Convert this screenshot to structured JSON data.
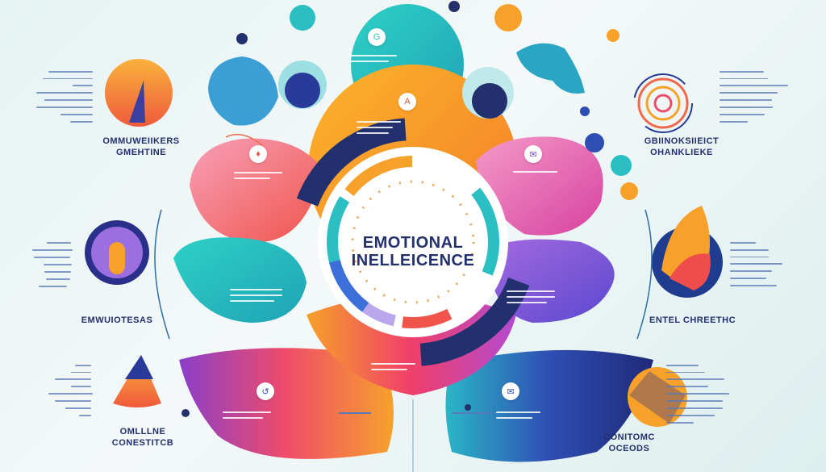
{
  "title": {
    "line1": "EMOTIONAL",
    "line2": "INELLEICENCE"
  },
  "side_labels": {
    "top_left": [
      "OMMUWEIIKERS",
      "GMEHTINE"
    ],
    "top_right": [
      "GBIINOKSIIEICT",
      "OHANKLIEKE"
    ],
    "mid_left": [
      "EMWUIOTESAS"
    ],
    "mid_right": [
      "ENTEL CHREETHC"
    ],
    "bottom_left": [
      "OMLLLNE",
      "CONESTITCB"
    ],
    "bottom_right": [
      "CONITOMC",
      "OCEODS"
    ]
  },
  "center_badges": [
    "A",
    "G",
    "♦",
    "↺",
    "✉"
  ],
  "colors": {
    "navy": "#23306e",
    "teal": "#2bbfc4",
    "orange": "#f7a12b",
    "coral": "#f0544b",
    "pink": "#e65aa8",
    "purple": "#7d4fd6",
    "blue": "#2f4eb3"
  }
}
